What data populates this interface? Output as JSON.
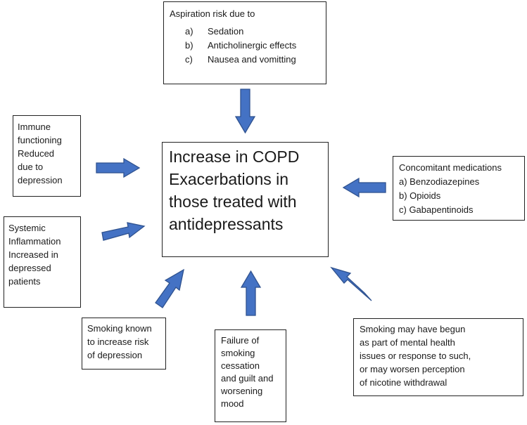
{
  "aspiration": {
    "title": "Aspiration risk due to",
    "items": [
      {
        "mark": "a)",
        "text": "Sedation"
      },
      {
        "mark": "b)",
        "text": "Anticholinergic effects"
      },
      {
        "mark": "c)",
        "text": "Nausea and vomitting"
      }
    ]
  },
  "immune": {
    "lines": [
      "Immune",
      "functioning",
      "Reduced",
      "due to",
      "depression"
    ]
  },
  "systemic": {
    "lines": [
      "Systemic",
      "Inflammation",
      "Increased in",
      "depressed",
      "patients"
    ]
  },
  "center": {
    "lines": [
      "Increase in COPD",
      "Exacerbations in",
      "those treated with",
      "antidepressants"
    ]
  },
  "concomitant": {
    "lines": [
      "Concomitant medications",
      "a) Benzodiazepines",
      "b) Opioids",
      "c) Gabapentinoids"
    ]
  },
  "smoking_depression": {
    "lines": [
      "Smoking known",
      "to increase risk",
      "of depression"
    ]
  },
  "failure": {
    "lines": [
      "Failure of",
      "smoking",
      "cessation",
      "and guilt and",
      "worsening",
      "mood"
    ]
  },
  "smoking_begun": {
    "lines": [
      "Smoking may have begun",
      "as part of mental health",
      "issues or response to such,",
      "or may worsen perception",
      "of nicotine withdrawal"
    ]
  },
  "colors": {
    "arrow_fill": "#4472c4",
    "arrow_stroke": "#2f528f",
    "box_border": "#222222"
  }
}
